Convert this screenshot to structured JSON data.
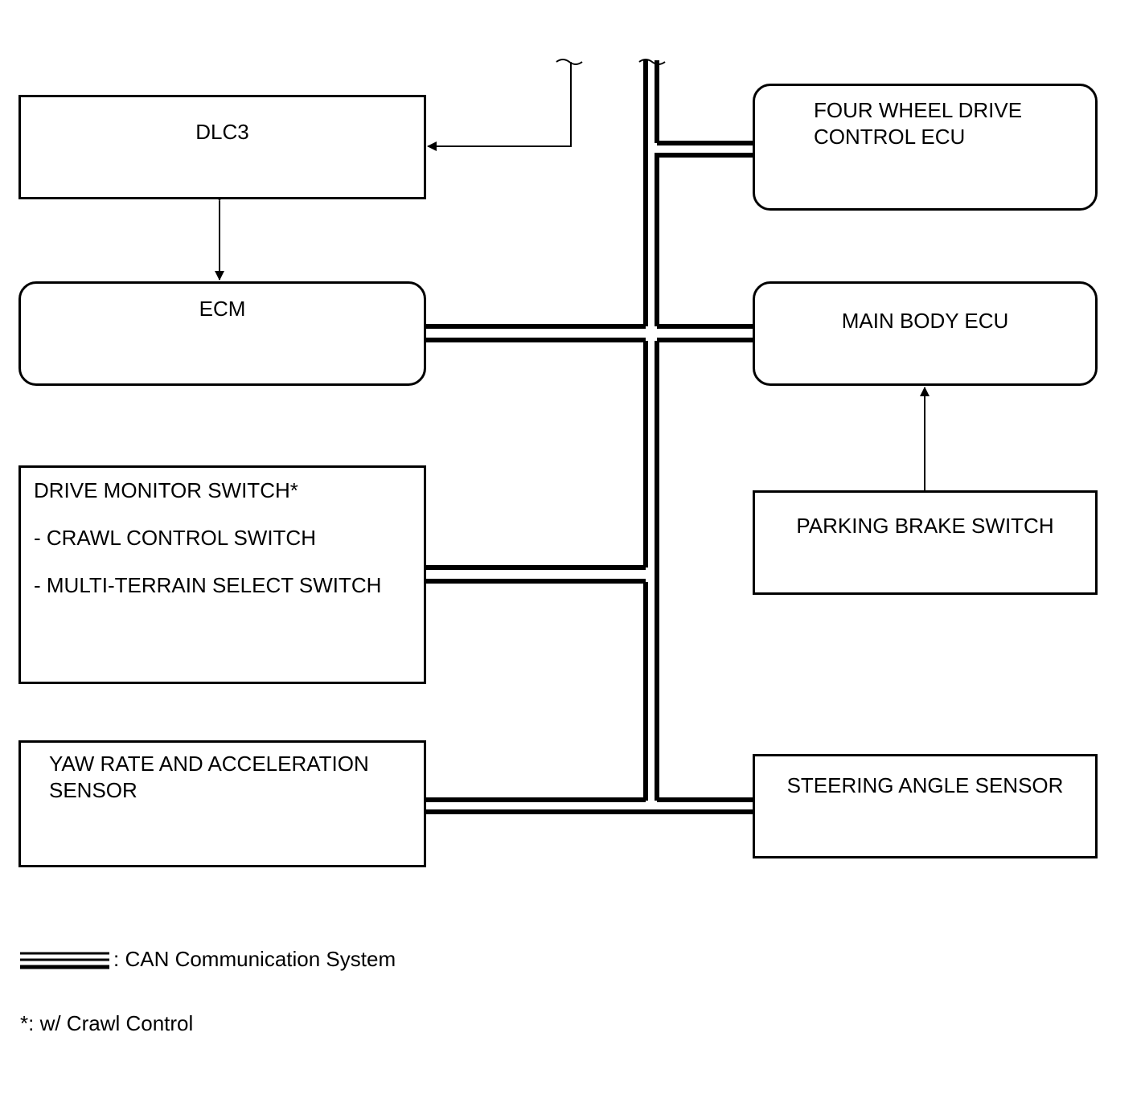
{
  "boxes": {
    "dlc3": {
      "label": "DLC3"
    },
    "ecm": {
      "label": "ECM"
    },
    "drive_monitor": {
      "title": "DRIVE MONITOR SWITCH*",
      "item1": "- CRAWL CONTROL SWITCH",
      "item2": "- MULTI-TERRAIN SELECT SWITCH"
    },
    "yaw_rate": {
      "line1": "YAW RATE AND ACCELERATION",
      "line2": "SENSOR"
    },
    "four_wheel": {
      "line1": "FOUR WHEEL DRIVE",
      "line2": "CONTROL ECU"
    },
    "main_body": {
      "label": "MAIN BODY ECU"
    },
    "parking_brake": {
      "label": "PARKING BRAKE SWITCH"
    },
    "steering": {
      "label": "STEERING ANGLE SENSOR"
    }
  },
  "legend": {
    "can_label": ": CAN Communication System",
    "footnote": "*: w/ Crawl Control"
  }
}
